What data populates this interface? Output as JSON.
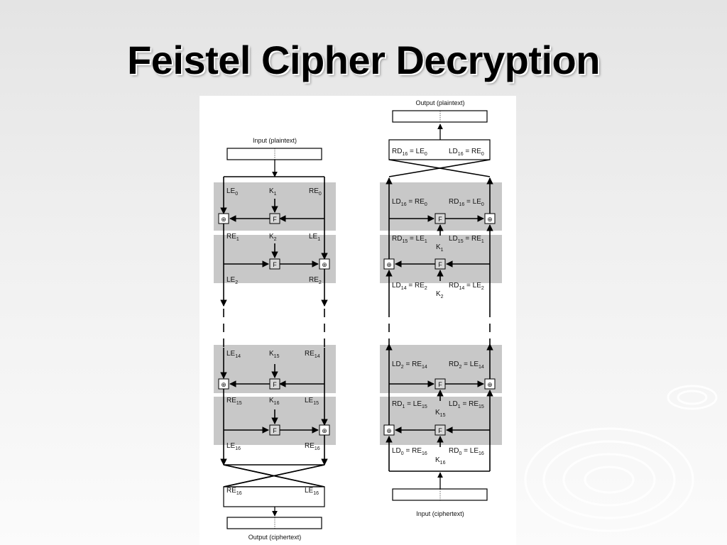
{
  "slide": {
    "title": "Feistel Cipher Decryption"
  },
  "encryption": {
    "input_label": "Input (plaintext)",
    "output_label": "Output (ciphertext)",
    "function_label": "F",
    "xor_symbol": "⊕",
    "rounds": [
      {
        "in_left": [
          "LE",
          "0"
        ],
        "key": [
          "K",
          "1"
        ],
        "in_right": [
          "RE",
          "0"
        ]
      },
      {
        "in_left": [
          "RE",
          "1"
        ],
        "key": [
          "K",
          "2"
        ],
        "in_right": [
          "LE",
          "1"
        ]
      },
      {
        "in_left": [
          "LE",
          "2"
        ],
        "in_right": [
          "RE",
          "2"
        ]
      },
      {
        "in_left": [
          "LE",
          "14"
        ],
        "key": [
          "K",
          "15"
        ],
        "in_right": [
          "RE",
          "14"
        ]
      },
      {
        "in_left": [
          "RE",
          "15"
        ],
        "key": [
          "K",
          "16"
        ],
        "in_right": [
          "LE",
          "15"
        ]
      },
      {
        "in_left": [
          "LE",
          "16"
        ],
        "in_right": [
          "RE",
          "16"
        ]
      }
    ],
    "final": {
      "left": [
        "RE",
        "16"
      ],
      "right": [
        "LE",
        "16"
      ]
    }
  },
  "decryption": {
    "input_label": "Input (ciphertext)",
    "output_label": "Output (plaintext)",
    "function_label": "F",
    "xor_symbol": "⊕",
    "final": {
      "left": [
        "RD",
        "16",
        "LE",
        "0"
      ],
      "right": [
        "LD",
        "16",
        "RE",
        "0"
      ]
    },
    "rows": [
      {
        "left": [
          "LD",
          "16",
          "RE",
          "0"
        ],
        "right": [
          "RD",
          "16",
          "LE",
          "0"
        ]
      },
      {
        "left": [
          "RD",
          "15",
          "LE",
          "1"
        ],
        "right": [
          "LD",
          "15",
          "RE",
          "1"
        ],
        "key": [
          "K",
          "1"
        ]
      },
      {
        "left": [
          "LD",
          "14",
          "RE",
          "2"
        ],
        "right": [
          "RD",
          "14",
          "LE",
          "2"
        ],
        "key": [
          "K",
          "2"
        ]
      },
      {
        "left": [
          "LD",
          "2",
          "RE",
          "14"
        ],
        "right": [
          "RD",
          "2",
          "LE",
          "14"
        ]
      },
      {
        "left": [
          "RD",
          "1",
          "LE",
          "15"
        ],
        "right": [
          "LD",
          "1",
          "RE",
          "15"
        ],
        "key": [
          "K",
          "15"
        ]
      },
      {
        "left": [
          "LD",
          "0",
          "RE",
          "16"
        ],
        "right": [
          "RD",
          "0",
          "LE",
          "16"
        ],
        "key": [
          "K",
          "16"
        ]
      }
    ]
  },
  "colors": {
    "round_band": "#c8c8c8",
    "panel": "#ffffff",
    "title": "#000000"
  }
}
